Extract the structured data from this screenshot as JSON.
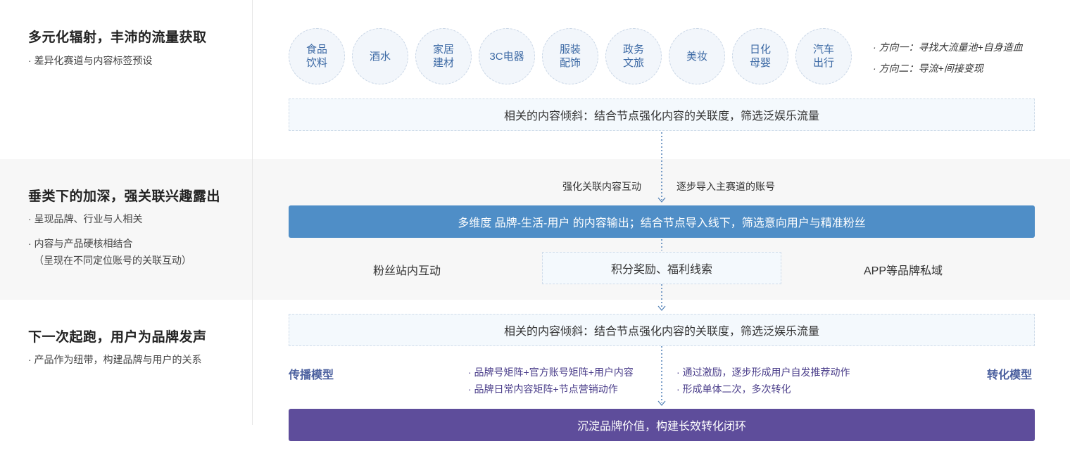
{
  "left": {
    "sections": [
      {
        "title": "多元化辐射，丰沛的流量获取",
        "items": [
          "· 差异化赛道与内容标签预设"
        ]
      },
      {
        "title": "垂类下的加深，强关联兴趣露出",
        "items": [
          "· 呈现品牌、行业与人相关",
          "· 内容与产品硬核相结合",
          "（呈现在不同定位账号的关联互动）"
        ]
      },
      {
        "title": "下一次起跑，用户为品牌发声",
        "items": [
          "· 产品作为纽带，构建品牌与用户的关系"
        ]
      }
    ]
  },
  "categories": [
    "食品\n饮料",
    "酒水",
    "家居\n建材",
    "3C电器",
    "服装\n配饰",
    "政务\n文旅",
    "美妆",
    "日化\n母婴",
    "汽车\n出行"
  ],
  "directions": [
    "· 方向一：寻找大流量池+自身造血",
    "· 方向二：导流+间接变现"
  ],
  "box_top": "相关的内容倾斜：结合节点强化内容的关联度，筛选泛娱乐流量",
  "flow_left": "强化关联内容互动",
  "flow_right": "逐步导入主赛道的账号",
  "box_blue": "多维度 品牌-生活-用户 的内容输出；结合节点导入线下，筛选意向用户与精准粉丝",
  "sub": [
    "粉丝站内互动",
    "积分奖励、福利线索",
    "APP等品牌私域"
  ],
  "box_bottom": "相关的内容倾斜：结合节点强化内容的关联度，筛选泛娱乐流量",
  "model_left": "传播模型",
  "model_right": "转化模型",
  "bullets_left": [
    "· 品牌号矩阵+官方账号矩阵+用户内容",
    "· 品牌日常内容矩阵+节点营销动作"
  ],
  "bullets_right": [
    "· 通过激励，逐步形成用户自发推荐动作",
    "· 形成单体二次，多次转化"
  ],
  "box_purple": "沉淀品牌价值，构建长效转化闭环",
  "colors": {
    "blue": "#4f8ec7",
    "purple": "#5e4d9b",
    "circle_text": "#3d6aa5",
    "model_text": "#4a5f9e"
  }
}
